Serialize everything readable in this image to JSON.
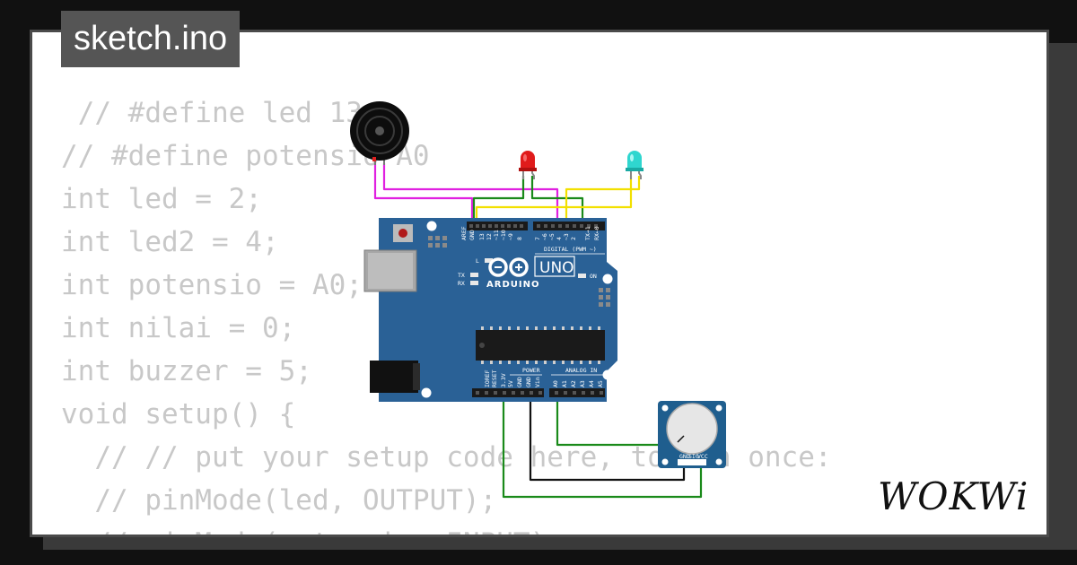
{
  "window": {
    "title": "sketch.ino"
  },
  "code_lines": [
    " // #define led 13",
    "// #define potensio A0",
    "int led = 2;",
    "int led2 = 4;",
    "int potensio = A0;",
    "int nilai = 0;",
    "int buzzer = 5;",
    "void setup() {",
    "  // // put your setup code here, to run once:",
    "  // pinMode(led, OUTPUT);",
    "  // pinMode(potensio, INPUT);"
  ],
  "brand": {
    "logo_text": "WOKWi"
  },
  "board": {
    "model": "UNO",
    "maker": "ARDUINO",
    "digital_label": "DIGITAL (PWM ~)",
    "power_label": "POWER",
    "analog_label": "ANALOG IN",
    "on_label": "ON",
    "l_label": "L",
    "tx_label": "TX",
    "rx_label": "RX",
    "top_pins": [
      "AREF",
      "GND",
      "13",
      "12",
      "~11",
      "~10",
      "~9",
      "8",
      "7",
      "~6",
      "~5",
      "4",
      "~3",
      "2",
      "TX→1",
      "RX←0"
    ],
    "power_pins": [
      "IOREF",
      "RESET",
      "3.3V",
      "5V",
      "GND",
      "GND",
      "Vin"
    ],
    "analog_pins": [
      "A0",
      "A1",
      "A2",
      "A3",
      "A4",
      "A5"
    ]
  },
  "potentiometer": {
    "pins": [
      "GND",
      "SIG",
      "VCC"
    ]
  },
  "colors": {
    "board": "#2a6196",
    "led_red": "#e01b1b",
    "led_cyan": "#2fd6cf",
    "wire_magenta": "#e020e0",
    "wire_green": "#1a8a1a",
    "wire_yellow": "#f2e000",
    "wire_black": "#111111"
  }
}
